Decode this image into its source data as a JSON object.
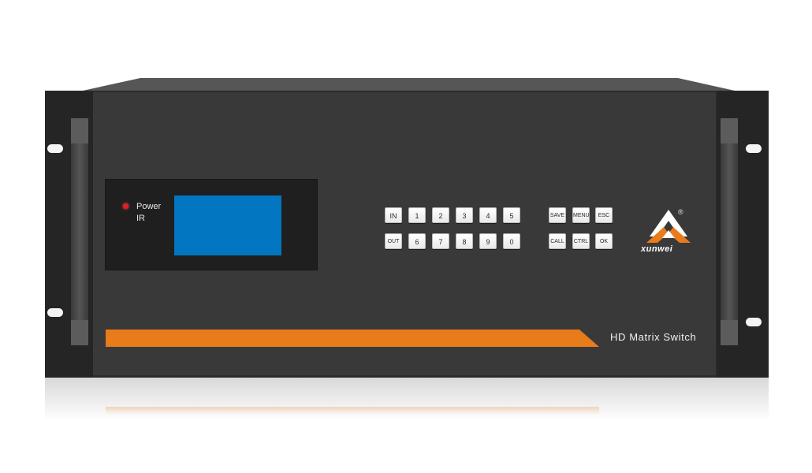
{
  "indicators": {
    "power_label": "Power",
    "ir_label": "IR"
  },
  "keypad": {
    "row1": [
      "IN",
      "1",
      "2",
      "3",
      "4",
      "5"
    ],
    "row2": [
      "OUT",
      "6",
      "7",
      "8",
      "9",
      "0"
    ],
    "func_row1": [
      "SAVE",
      "MENU",
      "ESC"
    ],
    "func_row2": [
      "CALL",
      "CTRL",
      "OK"
    ]
  },
  "brand": {
    "logo_text": "xunwei",
    "registered_mark": "®"
  },
  "model_name": "HD Matrix Switch",
  "colors": {
    "chassis": "#2c2c2c",
    "front": "#3a3939",
    "lcd": "#0276c0",
    "accent": "#e87b1a",
    "led": "#e21f1f"
  }
}
